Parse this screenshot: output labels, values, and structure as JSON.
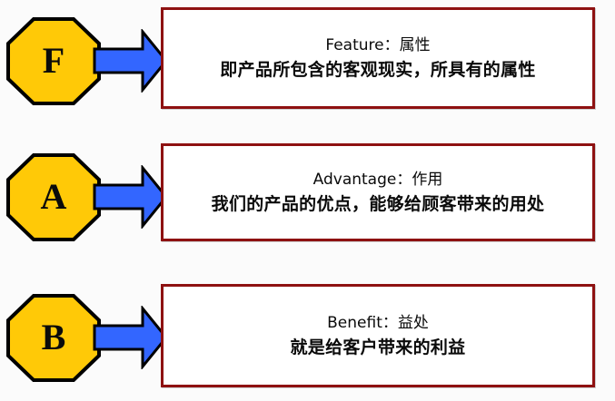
{
  "diagram": {
    "title": "FAB Sales Model Diagram",
    "background_color": "#fbfbfb",
    "palette": {
      "octagon_fill": "#ffc907",
      "octagon_stroke": "#000000",
      "arrow_fill": "#3366ff",
      "arrow_stroke": "#000000",
      "box_border": "#8e1111",
      "box_fill": "#ffffff",
      "text_color": "#0a0a0a"
    },
    "rows": [
      {
        "badge_letter": "F",
        "badge_name": "feature-badge",
        "arrow_name": "arrow-feature",
        "box_name": "feature-box",
        "title": "Feature：属性",
        "description": "即产品所包含的客观现实，所具有的属性"
      },
      {
        "badge_letter": "A",
        "badge_name": "advantage-badge",
        "arrow_name": "arrow-advantage",
        "box_name": "advantage-box",
        "title": "Advantage：作用",
        "description": "我们的产品的优点，能够给顾客带来的用处"
      },
      {
        "badge_letter": "B",
        "badge_name": "benefit-badge",
        "arrow_name": "arrow-benefit",
        "box_name": "benefit-box",
        "title": "Benefit：益处",
        "description": "就是给客户带来的利益"
      }
    ]
  }
}
